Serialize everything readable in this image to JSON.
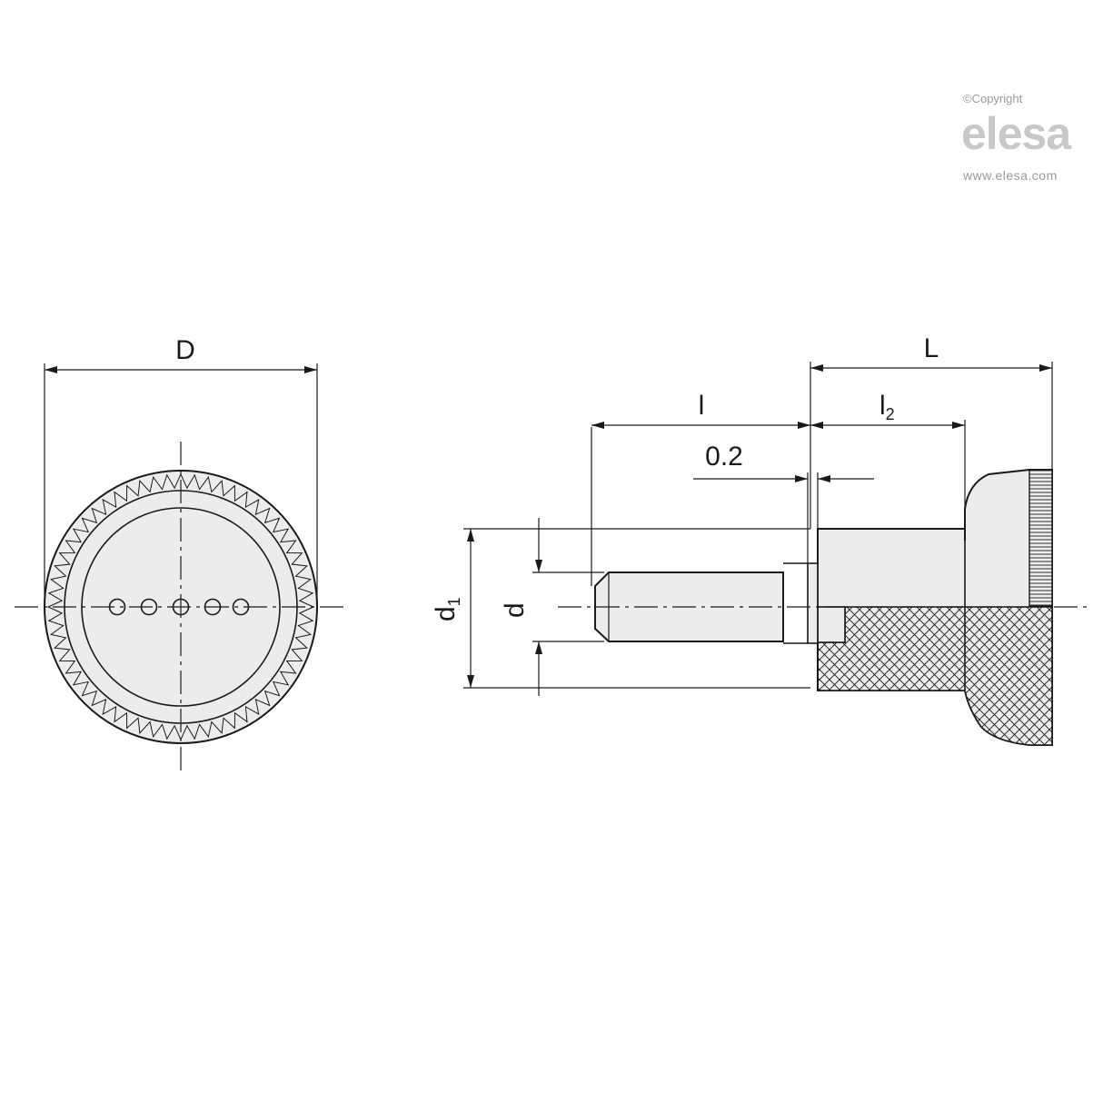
{
  "copyright": {
    "notice": "©Copyright",
    "logo": "elesa",
    "website": "www.elesa.com"
  },
  "dimensions": {
    "D": "D",
    "L": "L",
    "l": "l",
    "l2_base": "l",
    "l2_sub": "2",
    "gap": "0.2",
    "d1_base": "d",
    "d1_sub": "1",
    "d": "d"
  },
  "colors": {
    "line": "#1a1a1a",
    "fill": "#ececec",
    "logo": "#c8c8c8"
  }
}
